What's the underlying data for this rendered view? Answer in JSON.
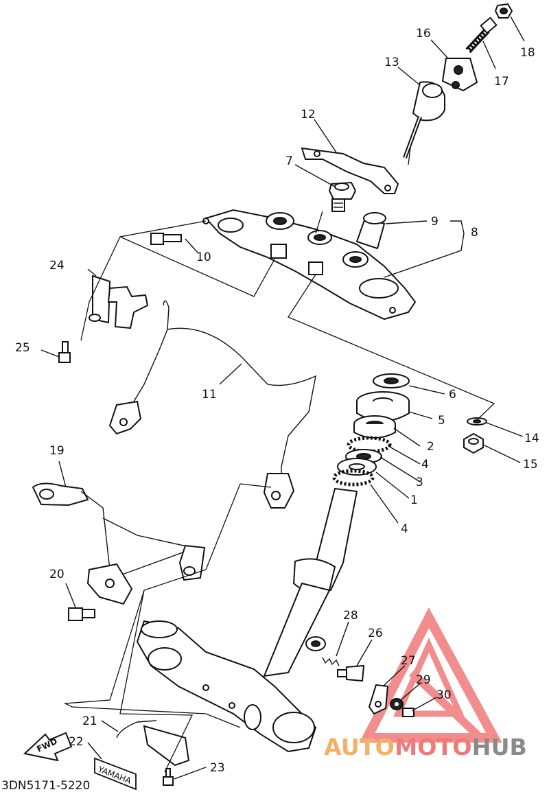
{
  "diagram": {
    "callouts": {
      "c1": "1",
      "c2": "2",
      "c3": "3",
      "c4a": "4",
      "c4b": "4",
      "c5": "5",
      "c6": "6",
      "c7": "7",
      "c8": "8",
      "c9": "9",
      "c10": "10",
      "c11": "11",
      "c12": "12",
      "c13": "13",
      "c14": "14",
      "c15": "15",
      "c16": "16",
      "c17": "17",
      "c18": "18",
      "c19": "19",
      "c20": "20",
      "c21": "21",
      "c22": "22",
      "c23": "23",
      "c24": "24",
      "c25": "25",
      "c26": "26",
      "c27": "27",
      "c28": "28",
      "c29": "29",
      "c30": "30"
    },
    "fwd_label": "FWD",
    "emblem_label": "YAMAHA",
    "part_code": "3DN5171-5220"
  },
  "watermark": {
    "brand_part1": "AUTO",
    "brand_part2": "MOTO",
    "brand_part3": "HUB",
    "colors": {
      "auto": "#f2b266",
      "moto": "#f07a7a",
      "hub": "#8a8a8a",
      "triangle": "#f07a7a"
    }
  }
}
